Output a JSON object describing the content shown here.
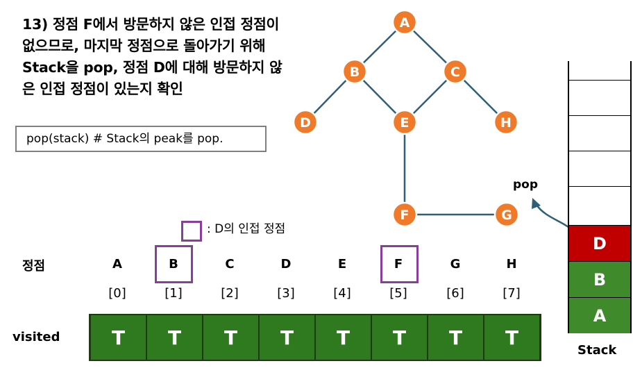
{
  "heading": "13) 정점 F에서 방문하지 않은 인접 정점이 없으므로, 마지막 정점으로 돌아가기 위해 Stack을 pop, 정점 D에 대해 방문하지 않은 인접 정점이 있는지 확인",
  "code": "pop(stack) # Stack의 peak를 pop.",
  "graph": {
    "nodes": [
      "A",
      "B",
      "C",
      "D",
      "E",
      "H",
      "F",
      "G"
    ],
    "edges": [
      [
        "A",
        "B"
      ],
      [
        "A",
        "C"
      ],
      [
        "B",
        "D"
      ],
      [
        "B",
        "E"
      ],
      [
        "C",
        "E"
      ],
      [
        "C",
        "H"
      ],
      [
        "E",
        "F"
      ],
      [
        "F",
        "G"
      ]
    ],
    "node_color": "#ef7a2a",
    "edge_color": "#2e5f77"
  },
  "legend": {
    "label": ": D의 인접 정점",
    "color": "#8b3d9b"
  },
  "table": {
    "vertex_row_label": "정점",
    "visited_row_label": "visited",
    "vertices": [
      "A",
      "B",
      "C",
      "D",
      "E",
      "F",
      "G",
      "H"
    ],
    "indices": [
      "[0]",
      "[1]",
      "[2]",
      "[3]",
      "[4]",
      "[5]",
      "[6]",
      "[7]"
    ],
    "visited": [
      "T",
      "T",
      "T",
      "T",
      "T",
      "T",
      "T",
      "T"
    ],
    "highlighted": [
      "B",
      "F"
    ],
    "visited_color": "#2f7a1f"
  },
  "stack": {
    "label": "Stack",
    "pop_label": "pop",
    "items": [
      "D",
      "B",
      "A"
    ],
    "top_color": "#c00000",
    "item_color": "#3f8a2a"
  }
}
